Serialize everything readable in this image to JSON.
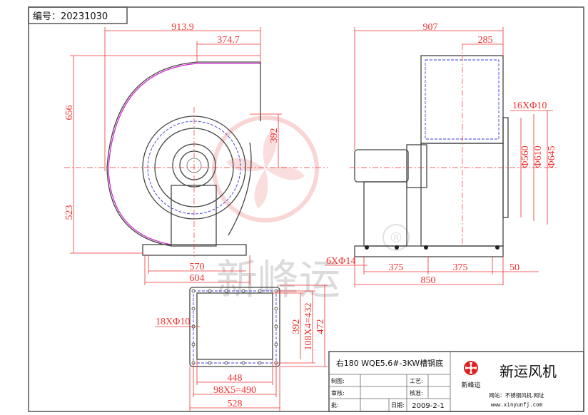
{
  "header": {
    "serial_label": "编号：20231030"
  },
  "watermark": {
    "text": "新峰运",
    "registered_mark": "®",
    "color": "#f0b8b8"
  },
  "side_view": {
    "dims": {
      "overall_width": "913.9",
      "outlet_offset": "374.7",
      "height_top": "656",
      "height_bottom": "523",
      "outlet_height": "392",
      "base_inner": "570",
      "base_outer": "604"
    }
  },
  "front_view": {
    "dims": {
      "overall_width": "907",
      "outlet_half": "285",
      "bolt_holes": "16XΦ10",
      "d1": "Φ560",
      "d2": "Φ610",
      "d3": "Φ645",
      "base_holes": "6XΦ14",
      "span1": "375",
      "span2": "375",
      "edge": "50",
      "base_length": "850"
    }
  },
  "flange_view": {
    "dims": {
      "holes": "18XΦ10",
      "inner_h": "392",
      "pitch_h": "108X4=432",
      "outer_h": "472",
      "inner_w": "448",
      "pitch_w": "98X5=490",
      "outer_w": "528"
    }
  },
  "title_block": {
    "model": "右180 WQE5.6#-3KW槽钢底",
    "drawn_label": "制图:",
    "process_label": "工艺:",
    "review_label": "审核:",
    "approve_label": "核准:",
    "batch_label": "批:",
    "date_label": "日期:",
    "date": "2009-2-1",
    "company": "新运风机",
    "logo_text": "新峰运",
    "website_label": "网站：不锈钢风机.网址",
    "website": "www.xinyunfj.com"
  },
  "colors": {
    "dimension": "#f23030",
    "hidden": "#3a3ae0",
    "housing_edge": "#d020d0",
    "outline": "#444444"
  }
}
